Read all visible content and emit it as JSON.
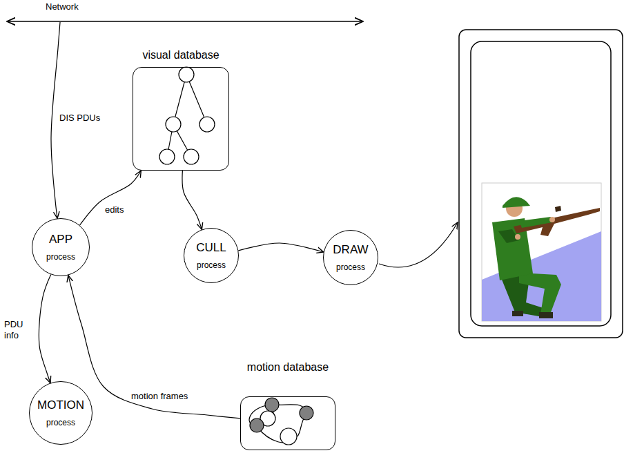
{
  "diagram": {
    "nodes": [
      {
        "text": [
          "Network"
        ]
      },
      {
        "text": [
          "visual database"
        ]
      },
      {
        "text": [
          "APP",
          "process"
        ]
      },
      {
        "text": [
          "CULL",
          "process"
        ]
      },
      {
        "text": [
          "DRAW",
          "process"
        ]
      },
      {
        "text": [
          "MOTION",
          "process"
        ]
      },
      {
        "text": [
          "motion database"
        ]
      }
    ],
    "edges": [
      {
        "from": 0,
        "to": 2,
        "arrow": "to",
        "label": "DIS PDUs"
      },
      {
        "from": 2,
        "to": 1,
        "arrow": "to",
        "label": "edits"
      },
      {
        "from": 1,
        "to": 3,
        "arrow": "to"
      },
      {
        "from": 3,
        "to": 4,
        "arrow": "to"
      },
      {
        "from": 2,
        "to": 5,
        "arrow": "to",
        "label": "PDU info"
      },
      {
        "from": 6,
        "to": 2,
        "arrow": "to",
        "label": "motion frames"
      }
    ]
  }
}
